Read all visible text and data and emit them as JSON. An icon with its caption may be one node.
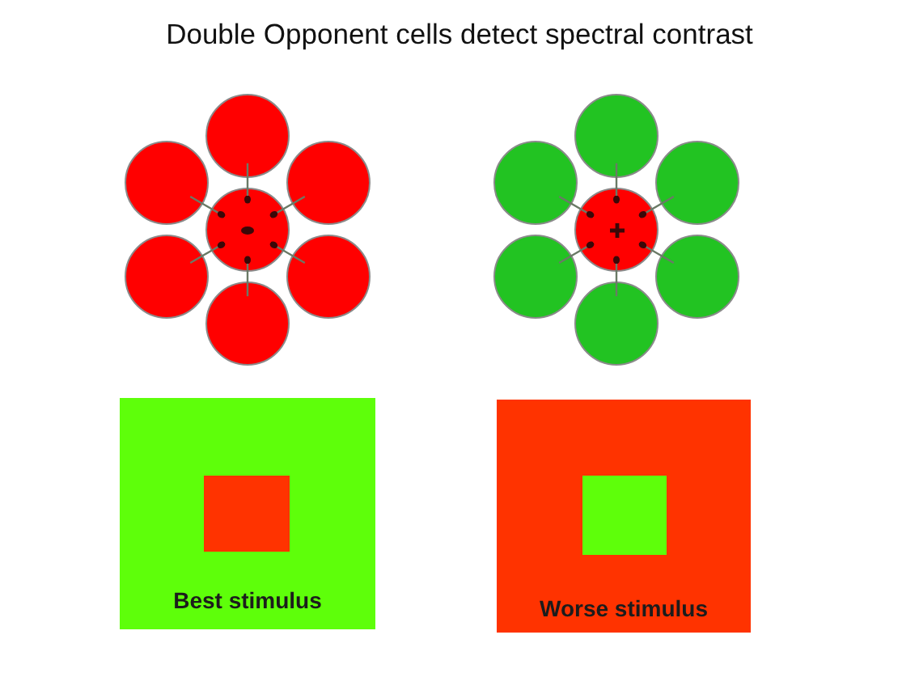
{
  "diagram": {
    "title": "Double Opponent cells detect spectral contrast",
    "nodes": [
      {
        "text": [],
        "shape": "circle"
      },
      {
        "text": [],
        "shape": "circle"
      },
      {
        "text": [],
        "shape": "circle"
      },
      {
        "text": [],
        "shape": "circle"
      },
      {
        "text": [],
        "shape": "circle"
      },
      {
        "text": [],
        "shape": "circle"
      },
      {
        "text": [],
        "shape": "circle"
      },
      {
        "text": [],
        "shape": "circle"
      },
      {
        "text": [],
        "shape": "circle"
      },
      {
        "text": [],
        "shape": "circle"
      },
      {
        "text": [],
        "shape": "circle"
      },
      {
        "text": [],
        "shape": "circle"
      },
      {
        "text": [],
        "shape": "circle"
      },
      {
        "text": [],
        "shape": "circle"
      },
      {
        "text": [
          "Best stimulus"
        ]
      },
      {
        "text": [],
        "shape": "box",
        "in": 14
      },
      {
        "text": [
          "Worse stimulus"
        ]
      },
      {
        "text": [],
        "shape": "box",
        "in": 16
      }
    ],
    "edges": [
      {
        "from": 0,
        "to": 3,
        "arrow": "other"
      },
      {
        "from": 1,
        "to": 3,
        "arrow": "other"
      },
      {
        "from": 2,
        "to": 3,
        "arrow": "other"
      },
      {
        "from": 4,
        "to": 3,
        "arrow": "other"
      },
      {
        "from": 5,
        "to": 3,
        "arrow": "other"
      },
      {
        "from": 6,
        "to": 3,
        "arrow": "other"
      },
      {
        "from": 7,
        "to": 10,
        "arrow": "other"
      },
      {
        "from": 8,
        "to": 10,
        "arrow": "other"
      },
      {
        "from": 9,
        "to": 10,
        "arrow": "other"
      },
      {
        "from": 11,
        "to": 10,
        "arrow": "other"
      },
      {
        "from": 12,
        "to": 10,
        "arrow": "other"
      },
      {
        "from": 13,
        "to": 10,
        "arrow": "other"
      }
    ]
  }
}
